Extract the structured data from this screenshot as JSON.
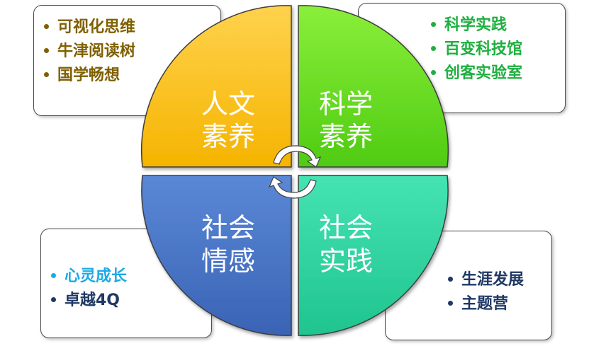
{
  "quadrants": {
    "top_left": {
      "line1": "人文",
      "line2": "素养",
      "color": "#FFC000"
    },
    "top_right": {
      "line1": "科学",
      "line2": "素养",
      "color": "#66DD22"
    },
    "bottom_left": {
      "line1": "社会",
      "line2": "情感",
      "color": "#4472C4"
    },
    "bottom_right": {
      "line1": "社会",
      "line2": "实践",
      "color": "#2BD4A0"
    }
  },
  "boxes": {
    "top_left": {
      "color": "#7F6000",
      "items": [
        "可视化思维",
        "牛津阅读树",
        "国学畅想"
      ]
    },
    "top_right": {
      "color": "#1FAF3F",
      "items": [
        "科学实践",
        "百变科技馆",
        "创客实验室"
      ]
    },
    "bottom_left": {
      "items": [
        {
          "text": "心灵成长",
          "color": "#1CA9E6"
        },
        {
          "text": "卓越4Q",
          "color": "#1F3864"
        }
      ]
    },
    "bottom_right": {
      "color": "#1F3864",
      "items": [
        "生涯发展",
        "主题营"
      ]
    }
  },
  "center_icon": "cycle-arrows-icon"
}
